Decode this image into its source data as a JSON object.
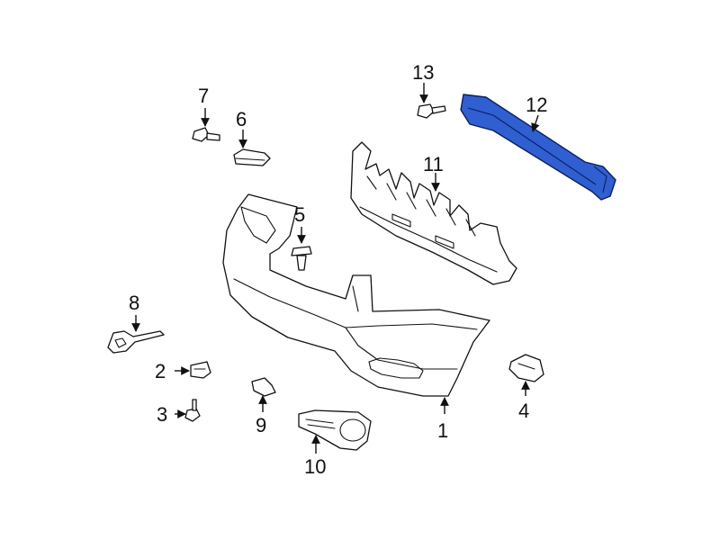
{
  "diagram": {
    "highlight_color": "#2f5fd0",
    "callouts": [
      {
        "id": "1",
        "label": "1"
      },
      {
        "id": "2",
        "label": "2"
      },
      {
        "id": "3",
        "label": "3"
      },
      {
        "id": "4",
        "label": "4"
      },
      {
        "id": "5",
        "label": "5"
      },
      {
        "id": "6",
        "label": "6"
      },
      {
        "id": "7",
        "label": "7"
      },
      {
        "id": "8",
        "label": "8"
      },
      {
        "id": "9",
        "label": "9"
      },
      {
        "id": "10",
        "label": "10"
      },
      {
        "id": "11",
        "label": "11"
      },
      {
        "id": "12",
        "label": "12"
      },
      {
        "id": "13",
        "label": "13"
      }
    ]
  }
}
